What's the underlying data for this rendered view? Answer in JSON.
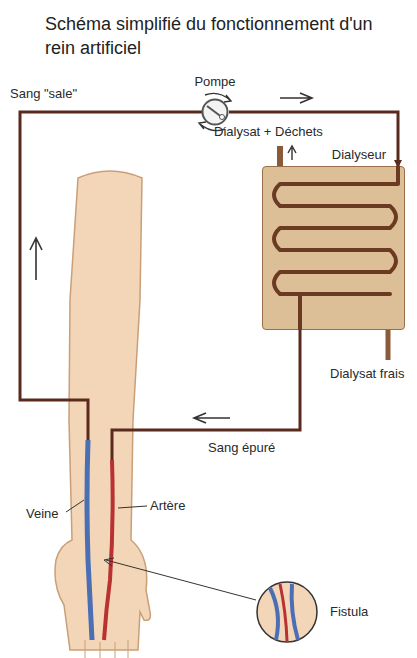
{
  "diagram": {
    "title": "Schéma simplifié du fonctionnement d'un rein artificiel",
    "nodes": [
      {
        "text": [
          "Pompe"
        ]
      },
      {
        "text": [
          "Dialyseur"
        ]
      }
    ],
    "edges": [
      {
        "from": 0,
        "to": 1,
        "arrow": "to"
      }
    ],
    "labels": [
      "Sang \"sale\"",
      "Dialysat + Déchets",
      "Dialysat frais",
      "Veine",
      "Artère",
      "Sang épuré",
      "Fistula"
    ]
  }
}
